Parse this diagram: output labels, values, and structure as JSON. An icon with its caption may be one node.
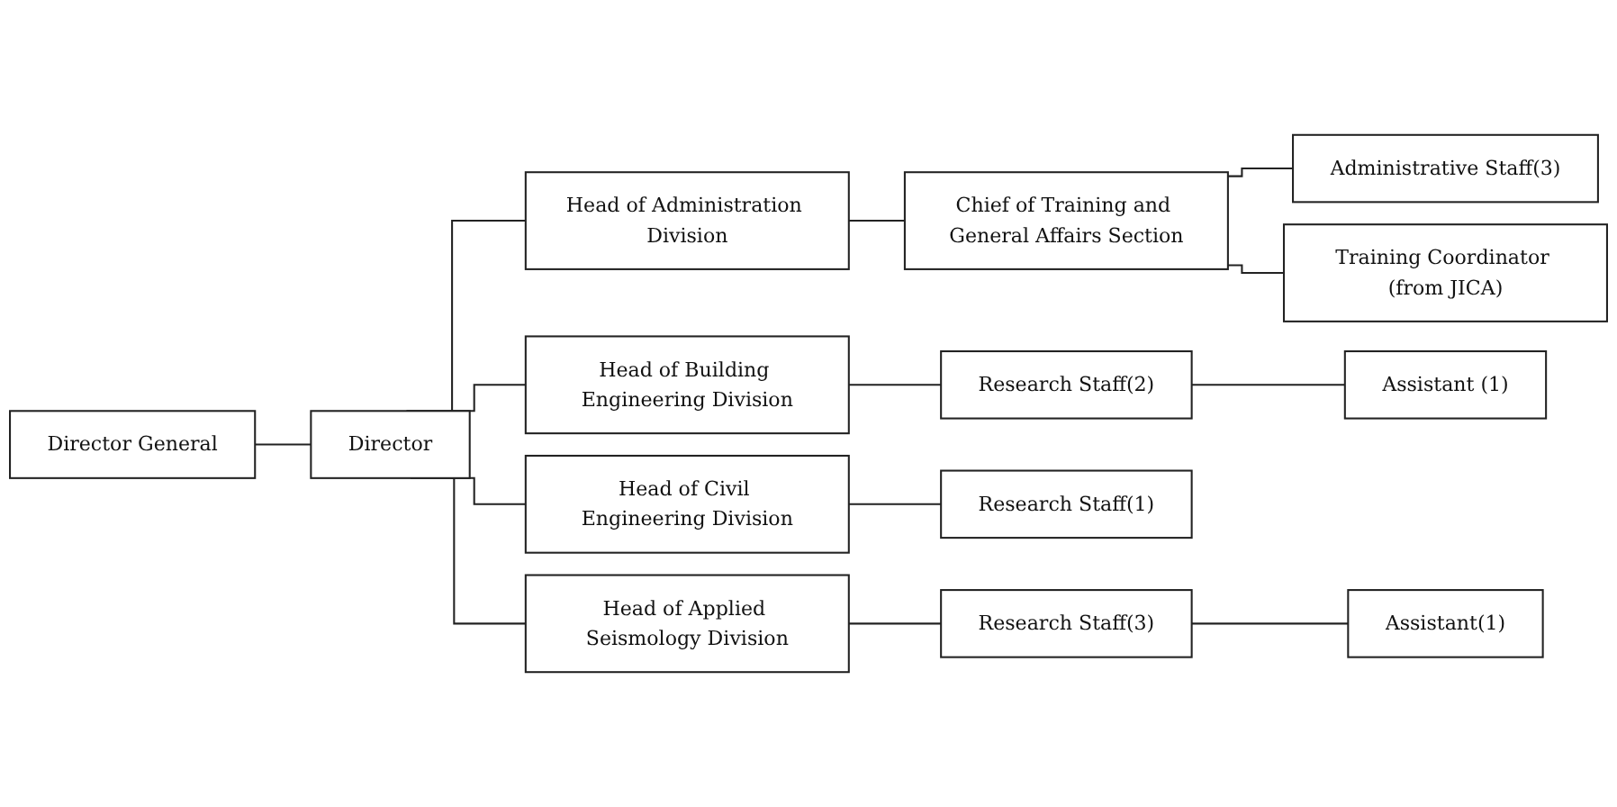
{
  "diagram": {
    "nodes": [
      {
        "text": [
          "Director General"
        ]
      },
      {
        "text": [
          "Director"
        ]
      },
      {
        "text": [
          "Head of Administration Division"
        ]
      },
      {
        "text": [
          "Head of Building Engineering Division"
        ]
      },
      {
        "text": [
          "Head of Civil Engineering Division"
        ]
      },
      {
        "text": [
          "Head of Applied Seismology Division"
        ]
      },
      {
        "text": [
          "Chief of Training and General Affairs Section"
        ]
      },
      {
        "text": [
          "Administrative Staff(3)"
        ]
      },
      {
        "text": [
          "Training Coordinator (from JICA)"
        ]
      },
      {
        "text": [
          "Research Staff(2)"
        ]
      },
      {
        "text": [
          "Assistant (1)"
        ]
      },
      {
        "text": [
          "Research Staff(1)"
        ]
      },
      {
        "text": [
          "Research Staff(3)"
        ]
      },
      {
        "text": [
          "Assistant(1)"
        ]
      }
    ],
    "edges": [
      {
        "from": 0,
        "to": 1,
        "arrow": "none"
      },
      {
        "from": 1,
        "to": 2,
        "arrow": "none"
      },
      {
        "from": 1,
        "to": 3,
        "arrow": "none"
      },
      {
        "from": 1,
        "to": 4,
        "arrow": "none"
      },
      {
        "from": 1,
        "to": 5,
        "arrow": "none"
      },
      {
        "from": 2,
        "to": 6,
        "arrow": "none"
      },
      {
        "from": 6,
        "to": 7,
        "arrow": "none"
      },
      {
        "from": 6,
        "to": 8,
        "arrow": "none"
      },
      {
        "from": 3,
        "to": 9,
        "arrow": "none"
      },
      {
        "from": 9,
        "to": 10,
        "arrow": "none"
      },
      {
        "from": 4,
        "to": 11,
        "arrow": "none"
      },
      {
        "from": 5,
        "to": 12,
        "arrow": "none"
      },
      {
        "from": 12,
        "to": 13,
        "arrow": "none"
      }
    ]
  }
}
